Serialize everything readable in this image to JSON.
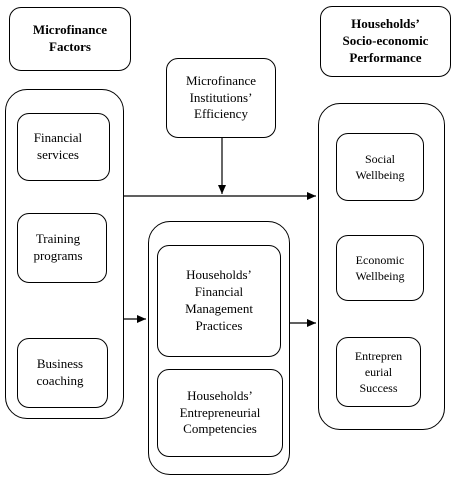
{
  "headers": {
    "left": "Microfinance\nFactors",
    "right": "Households’\nSocio-economic\nPerformance"
  },
  "moderator": "Microfinance\nInstitutions’\nEfficiency",
  "factors": [
    "Financial\nservices",
    "Training\nprograms",
    "Business\ncoaching"
  ],
  "mediators": [
    "Households’\nFinancial\nManagement\nPractices",
    "Households’\nEntrepreneurial\nCompetencies"
  ],
  "outcomes": [
    "Social\nWellbeing",
    "Economic\nWellbeing",
    "Entrepren\neurial\nSuccess"
  ]
}
